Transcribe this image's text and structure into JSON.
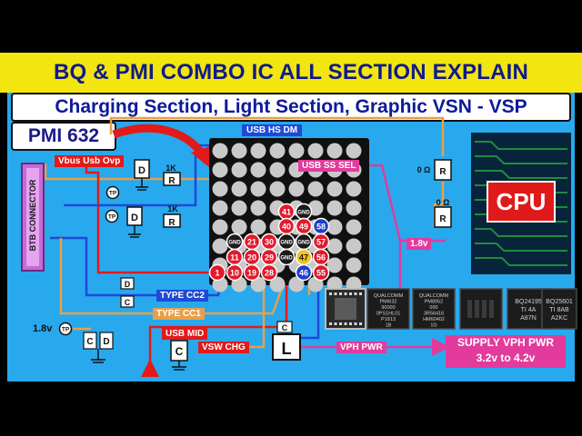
{
  "title": "BQ & PMI COMBO IC ALL SECTION EXPLAIN",
  "subtitle": "Charging Section, Light Section, Graphic VSN - VSP",
  "pmi_label": "PMI 632",
  "cpu_label": "CPU",
  "connector_label": "BTB CONNECTOR",
  "nets": {
    "usb_hs_dm": "USB HS DM",
    "vbus_usb_ovp": "Vbus Usb Ovp",
    "usb_ss_sel": "USB SS SEL",
    "type_cc2": "TYPE CC2",
    "type_cc1": "TYPE CC1",
    "usb_mid": "USB MID",
    "vsw_chg": "VSW CHG",
    "vph_pwr": "VPH PWR",
    "v1_8_right": "1.8v",
    "v1_8_left": "1.8v"
  },
  "components": {
    "d_label": "D",
    "c_label": "C",
    "l_label": "L",
    "r_label": "R",
    "tp_label": "TP",
    "r_1k": "1K",
    "r_0ohm": "0 Ω"
  },
  "pins": [
    {
      "label": "41",
      "kind": "red"
    },
    {
      "label": "GND",
      "kind": "gnd"
    },
    {
      "label": "40",
      "kind": "red"
    },
    {
      "label": "49",
      "kind": "red"
    },
    {
      "label": "58",
      "kind": "blue"
    },
    {
      "label": "GND",
      "kind": "gnd"
    },
    {
      "label": "21",
      "kind": "red"
    },
    {
      "label": "30",
      "kind": "red"
    },
    {
      "label": "GND",
      "kind": "gnd"
    },
    {
      "label": "GND",
      "kind": "gnd"
    },
    {
      "label": "57",
      "kind": "red"
    },
    {
      "label": "11",
      "kind": "red"
    },
    {
      "label": "20",
      "kind": "red"
    },
    {
      "label": "29",
      "kind": "red"
    },
    {
      "label": "GND",
      "kind": "gnd"
    },
    {
      "label": "47",
      "kind": "yellow"
    },
    {
      "label": "56",
      "kind": "red"
    },
    {
      "label": "1",
      "kind": "red"
    },
    {
      "label": "10",
      "kind": "red"
    },
    {
      "label": "19",
      "kind": "red"
    },
    {
      "label": "28",
      "kind": "red"
    },
    {
      "label": "46",
      "kind": "blue"
    },
    {
      "label": "55",
      "kind": "red"
    }
  ],
  "chips": [
    {
      "lines": [
        "QUALCOMM",
        "PMI632",
        "90000",
        "0PS1HL01",
        "P1813",
        "1B"
      ]
    },
    {
      "lines": [
        "QUALCOMM",
        "PM8952",
        "000",
        "3R56416",
        "HM60402",
        "1G"
      ]
    },
    {
      "lines": []
    },
    {
      "lines": [
        "BQ24195",
        "TI 4A",
        "A87N"
      ]
    },
    {
      "lines": [
        "BQ25601",
        "TI 8AB",
        "A2KC"
      ]
    }
  ],
  "supply": {
    "line1": "SUPPLY VPH PWR",
    "line2": "3.2v to 4.2v"
  },
  "colors": {
    "background": "#28a9ee",
    "title_bg": "#f2e510",
    "title_text": "#0f1a8c",
    "pin_red": "#e21a2c",
    "pin_blue": "#1f3fc9",
    "pin_yellow": "#f0c419",
    "trace_orange": "#e8a048",
    "trace_blue": "#1f49d6",
    "trace_pink": "#e23b9c",
    "trace_red": "#e21a1a"
  }
}
